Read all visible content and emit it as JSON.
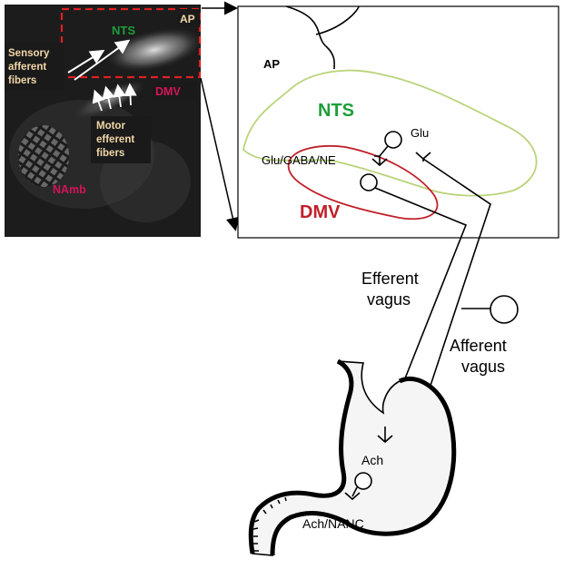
{
  "micrograph": {
    "labels": {
      "nts": "NTS",
      "ap": "AP",
      "dmv": "DMV",
      "namb": "NAmb",
      "sensory": [
        "Sensory",
        "afferent",
        "fibers"
      ],
      "motor": [
        "Motor",
        "efferent",
        "fibers"
      ]
    },
    "colors": {
      "nts": "#1e9e3a",
      "dmv": "#d4145a",
      "callout_text": "#f2d7a8",
      "dashed_box": "#e02020"
    }
  },
  "schematic": {
    "labels": {
      "ap": "AP",
      "nts": "NTS",
      "dmv": "DMV",
      "glu": "Glu",
      "glu_gaba_ne": "Glu/GABA/NE"
    },
    "colors": {
      "nts_outline": "#b9d47a",
      "nts_text": "#1e9e3a",
      "dmv_outline": "#c0202a",
      "dmv_text": "#c0202a"
    }
  },
  "vagus": {
    "efferent": [
      "Efferent",
      "vagus"
    ],
    "afferent": [
      "Afferent",
      "vagus"
    ]
  },
  "stomach": {
    "ach": "Ach",
    "ach_nanc": "Ach/NANC"
  }
}
